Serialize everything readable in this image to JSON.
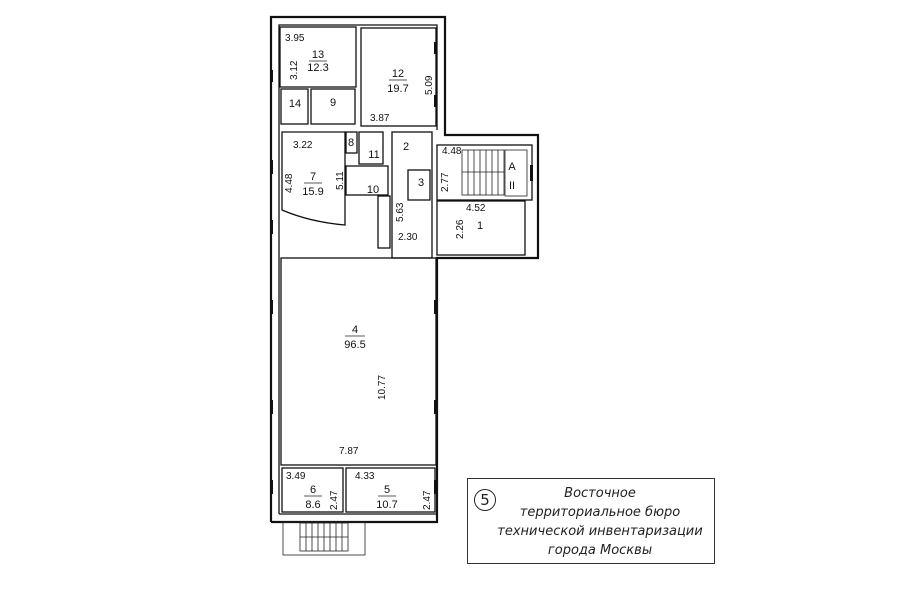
{
  "rooms": {
    "r1": {
      "number": "1",
      "area": ""
    },
    "r2": {
      "number": "2",
      "area": ""
    },
    "r3": {
      "number": "3",
      "area": ""
    },
    "r4": {
      "number": "4",
      "area": "96.5"
    },
    "r5": {
      "number": "5",
      "area": "10.7"
    },
    "r6": {
      "number": "6",
      "area": "8.6"
    },
    "r7": {
      "number": "7",
      "area": "15.9"
    },
    "r8": {
      "number": "8",
      "area": ""
    },
    "r9": {
      "number": "9",
      "area": ""
    },
    "r10": {
      "number": "10",
      "area": ""
    },
    "r11": {
      "number": "11",
      "area": ""
    },
    "r12": {
      "number": "12",
      "area": "19.7"
    },
    "r13": {
      "number": "13",
      "area": "12.3"
    },
    "r14": {
      "number": "14",
      "area": ""
    }
  },
  "dimensions": {
    "d13w": "3.95",
    "d13h": "3.12",
    "d12h": "5.09",
    "d12w": "3.87",
    "d7w": "3.22",
    "d7h": "4.48",
    "d7h2": "5.11",
    "d2h": "5.63",
    "d2w": "2.30",
    "dstw": "4.48",
    "dsth": "2.77",
    "d1w": "4.52",
    "d1h": "2.26",
    "d4h": "10.77",
    "d4w": "7.87",
    "d6w": "3.49",
    "d6h": "2.47",
    "d5w": "4.33",
    "d5h": "2.47"
  },
  "stair": {
    "letter": "A",
    "floor": "II"
  },
  "stamp": {
    "number": "5",
    "lines": [
      "Восточное",
      "территориальное бюро",
      "технической инвентаризации",
      "города Москвы"
    ]
  }
}
